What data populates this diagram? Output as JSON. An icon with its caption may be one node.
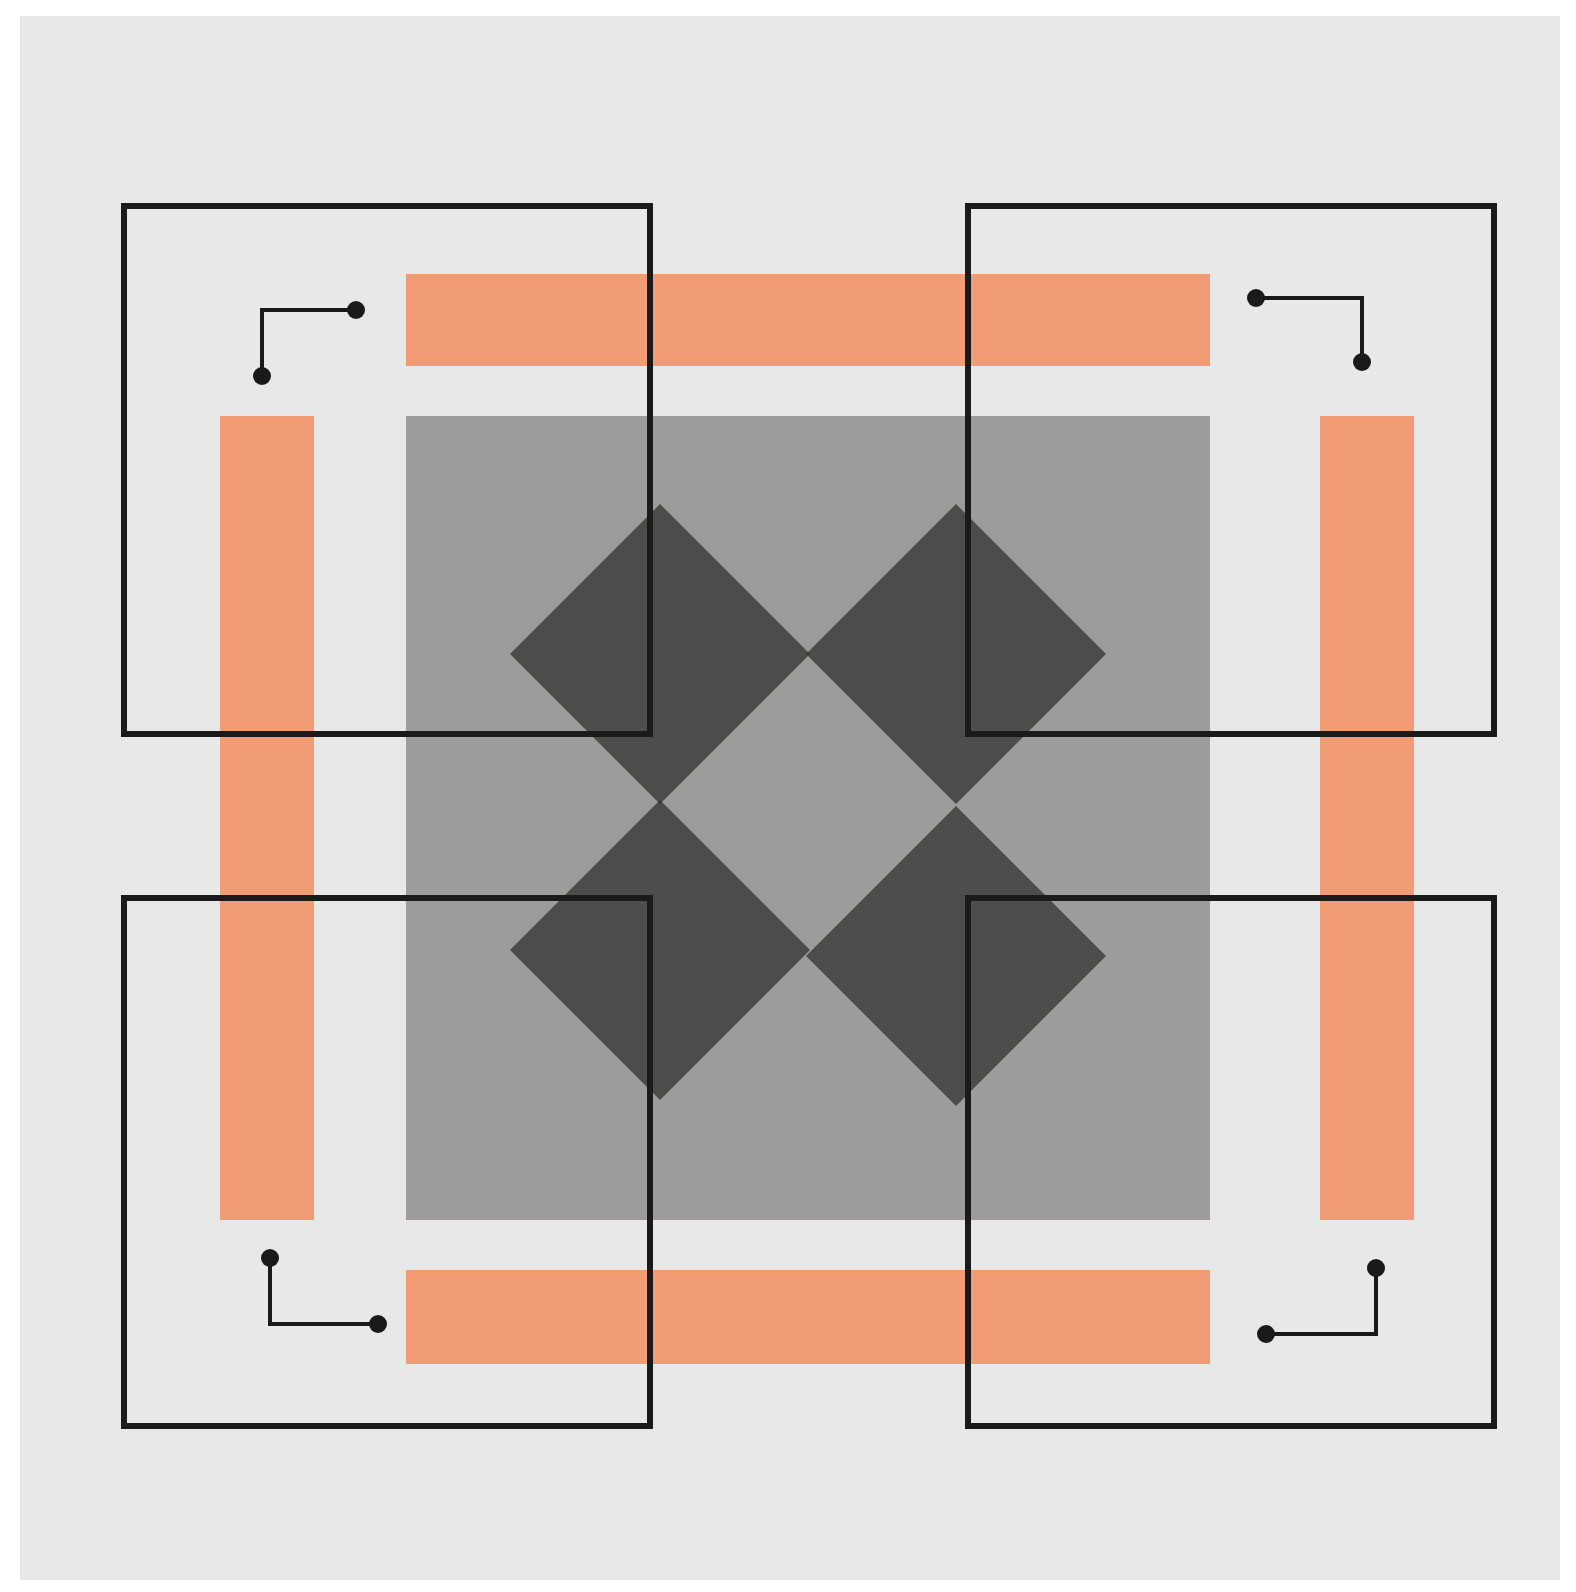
{
  "diagram": {
    "nodes": [
      {
        "text": [],
        "shape": "box"
      },
      {
        "text": [],
        "shape": "box"
      },
      {
        "text": [],
        "shape": "bar"
      },
      {
        "text": [],
        "shape": "bar"
      },
      {
        "text": [],
        "shape": "box"
      },
      {
        "text": [],
        "shape": "bar"
      },
      {
        "text": [],
        "shape": "diamond",
        "in": 4
      },
      {
        "text": [],
        "shape": "diamond",
        "in": 4
      },
      {
        "text": [],
        "shape": "diamond",
        "in": 4
      },
      {
        "text": [],
        "shape": "diamond",
        "in": 4
      },
      {
        "text": [],
        "shape": "box"
      },
      {
        "text": [],
        "shape": "box"
      },
      {
        "text": [],
        "shape": "bar"
      }
    ]
  }
}
